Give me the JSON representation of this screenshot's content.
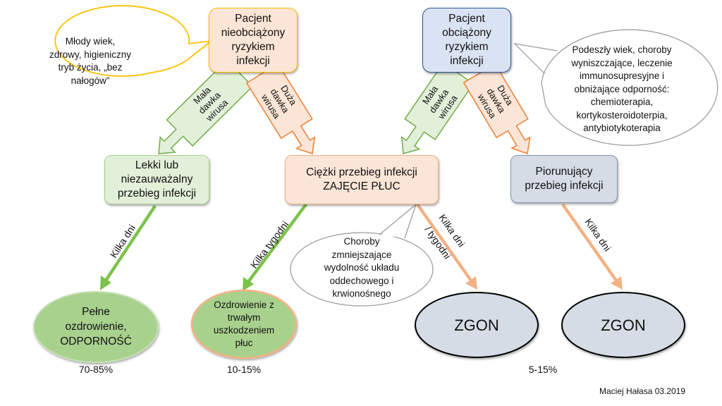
{
  "nodes": {
    "patient_low_risk": "Pacjent\nnieobciążony\nryzykiem\ninfekcji",
    "patient_high_risk": "Pacjent\nobciążony\nryzykiem\ninfekcji",
    "mild_course": "Lekki lub\nniezauważalny\nprzebieg infekcji",
    "severe_course": "Ciężki przebieg infekcji\nZAJĘCIE PŁUC",
    "fulminant_course": "Piorunujący\nprzebieg infekcji",
    "full_recovery": "Pełne\nozdrowienie,\nODPORNOŚĆ",
    "recovery_with_damage": "Ozdrowienie z\ntrwałym\nuszkodzeniem\npłuc",
    "death_1": "ZGON",
    "death_2": "ZGON"
  },
  "callouts": {
    "low_risk_note": "Młody wiek,\nzdrowy, higieniczny\ntryb życia, „bez\nnałogów”",
    "high_risk_note": "Podeszły wiek, choroby\nwyniszczające, leczenie\nimmunosupresyjne i\nobniżające odporność:\nchemioterapia,\nkortykosteroidoterpia,\nantybiotykoterapia",
    "comorbidity_note": "Choroby\nzmniejszające\nwydolność układu\noddechowego i\nkrwionośnego"
  },
  "arrows": {
    "low_dose": "Mała\ndawka\nwirusa",
    "high_dose": "Duża\ndawka\nwirusa",
    "few_days": "Kilka dni",
    "few_weeks": "Kilka tygodni",
    "days_or_weeks_1": "Kilka dni",
    "days_or_weeks_2": "/ tygodni"
  },
  "percentages": {
    "full_recovery": "70-85%",
    "recovery_with_damage": "10-15%",
    "death": "5-15%"
  },
  "author": "Maciej Hałasa 03.2019",
  "colors": {
    "green_fill": "#e2efd9",
    "green_stroke": "#70ad47",
    "green_line": "#7cc24a",
    "orange_fill": "#fbe5d6",
    "orange_stroke": "#ed7d31",
    "orange_line": "#f4b183",
    "yellow_stroke": "#ffc000",
    "blue_fill": "#dae3f3",
    "blue_stroke": "#2f5597",
    "gray_fill": "#d6dce5",
    "gray_stroke": "#7f7f7f",
    "ellipse_green": "#a9d18e",
    "dark_stroke": "#000000"
  }
}
